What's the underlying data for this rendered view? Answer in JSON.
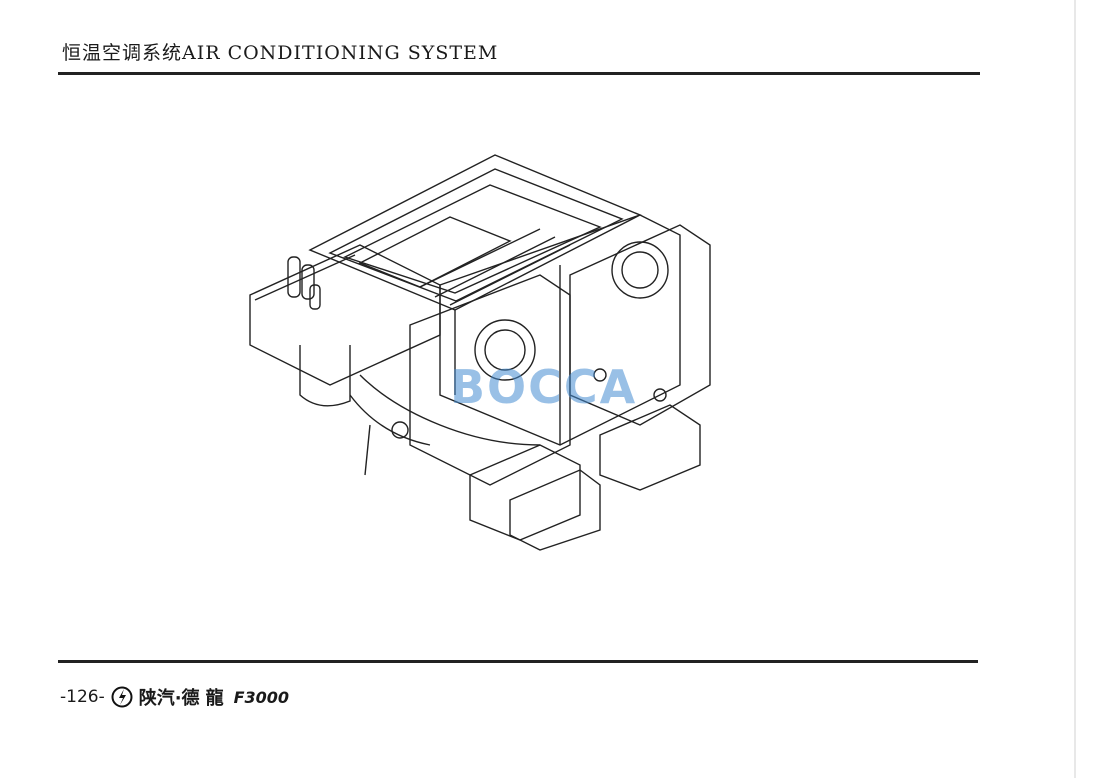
{
  "header": {
    "title": "恒温空调系统AIR CONDITIONING SYSTEM"
  },
  "illustration": {
    "subject": "air-conditioning-unit-line-drawing",
    "watermark": "BOCCA"
  },
  "footer": {
    "page_number": "-126-",
    "brand_cn": "陕汽·德",
    "brand_script": "龍",
    "model": "F3000"
  },
  "colors": {
    "ink": "#1a1a1a",
    "watermark": "#468cd2"
  }
}
